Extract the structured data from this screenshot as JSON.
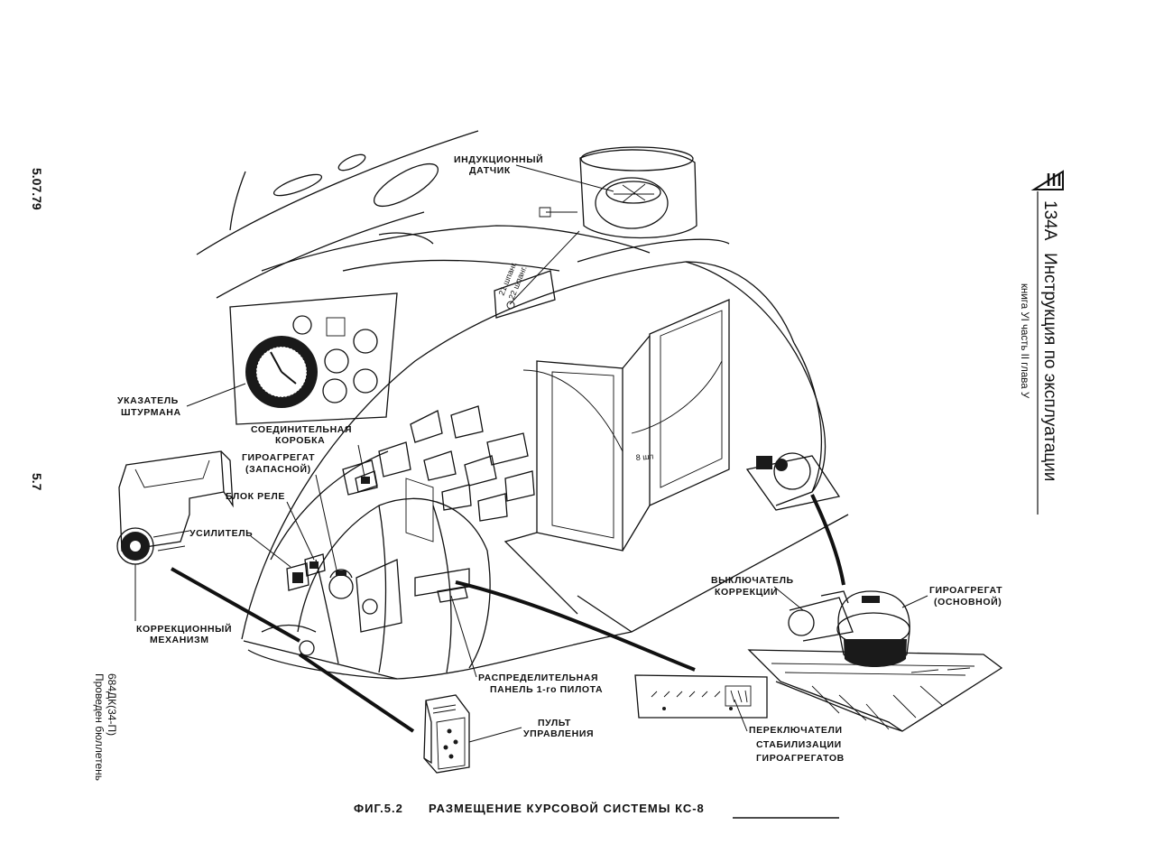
{
  "header": {
    "model": "134А",
    "title": "Инструкция по эксплуатации",
    "subtitle": "книга УI часть II глава У"
  },
  "margin": {
    "date": "5.07.79",
    "page": "5.7",
    "note_line1": "Проведен бюллетень",
    "note_line2": "684ДК(34-П)"
  },
  "labels": {
    "induction_sensor_1": "ИНДУКЦИОННЫЙ",
    "induction_sensor_2": "ДАТЧИК",
    "frame21": "21 шпанг.",
    "frame22": "22 шпанг.",
    "navigator_indicator_1": "УКАЗАТЕЛЬ",
    "navigator_indicator_2": "ШТУРМАНА",
    "junction_box_1": "СОЕДИНИТЕЛЬНАЯ",
    "junction_box_2": "КОРОБКА",
    "gyro_spare_1": "ГИРОАГРЕГАТ",
    "gyro_spare_2": "(ЗАПАСНОЙ)",
    "relay_block": "БЛОК РЕЛЕ",
    "amplifier": "УСИЛИТЕЛЬ",
    "correction_mech_1": "КОРРЕКЦИОННЫЙ",
    "correction_mech_2": "МЕХАНИЗМ",
    "dist_panel_1": "РАСПРЕДЕЛИТЕЛЬНАЯ",
    "dist_panel_2": "ПАНЕЛЬ 1-го ПИЛОТА",
    "control_panel_1": "ПУЛЬТ",
    "control_panel_2": "УПРАВЛЕНИЯ",
    "corr_switch_1": "ВЫКЛЮЧАТЕЛЬ",
    "corr_switch_2": "КОРРЕКЦИИ",
    "gyro_main_1": "ГИРОАГРЕГАТ",
    "gyro_main_2": "(ОСНОВНОЙ)",
    "stab_switches_1": "ПЕРЕКЛЮЧАТЕЛИ",
    "stab_switches_2": "СТАБИЛИЗАЦИИ",
    "stab_switches_3": "ГИРОАГРЕГАТОВ",
    "frame_marker": "8 шп"
  },
  "caption": {
    "fig": "ФИГ.5.2",
    "text": "РАЗМЕЩЕНИЕ  КУРСОВОЙ  СИСТЕМЫ  КС-8"
  },
  "colors": {
    "ink": "#111111",
    "paper": "#ffffff"
  }
}
